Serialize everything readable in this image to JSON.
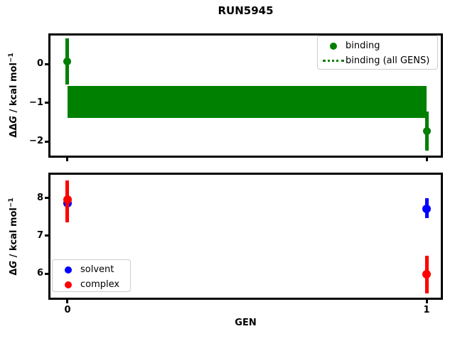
{
  "chart_data": [
    {
      "type": "scatter-errorbar",
      "title": "RUN5945",
      "ylabel": "ΔΔG / kcal mol⁻¹",
      "ylabel_parts": {
        "prefix": "ΔΔ",
        "symbol": "G",
        "unit": " / kcal mol",
        "exp": "−1"
      },
      "xlim": [
        -0.0475,
        1.0396
      ],
      "ylim": [
        -2.36,
        0.74
      ],
      "grid": false,
      "yticks": [
        {
          "value": 0,
          "label": "0"
        },
        {
          "value": -1,
          "label": "−1"
        },
        {
          "value": -2,
          "label": "−2"
        }
      ],
      "xticks": [
        {
          "value": 0,
          "label": ""
        },
        {
          "value": 1,
          "label": ""
        }
      ],
      "band": {
        "label": "binding (all GENS)",
        "color": "#008000",
        "y_hi": -0.56,
        "y_lo": -1.38,
        "x_from": 0,
        "x_to": 1
      },
      "series": [
        {
          "name": "binding",
          "color": "#008000",
          "marker": "circle",
          "marker_size": 11,
          "points": [
            {
              "x": 0,
              "y": 0.07,
              "err_hi": 0.67,
              "err_lo": -0.53
            },
            {
              "x": 1,
              "y": -1.73,
              "err_hi": -1.22,
              "err_lo": -2.24
            }
          ]
        }
      ],
      "legend": {
        "position": "upper-right",
        "items": [
          {
            "marker": "dot",
            "color": "#008000",
            "label": "binding"
          },
          {
            "marker": "dotted-line",
            "color": "#008000",
            "label": "binding (all GENS)"
          }
        ]
      }
    },
    {
      "type": "scatter-errorbar",
      "xlabel": "GEN",
      "ylabel": "ΔG / kcal mol⁻¹",
      "ylabel_parts": {
        "prefix": "Δ",
        "symbol": "G",
        "unit": " / kcal mol",
        "exp": "−1"
      },
      "xlim": [
        -0.0475,
        1.0396
      ],
      "ylim": [
        5.36,
        8.62
      ],
      "grid": false,
      "yticks": [
        {
          "value": 8,
          "label": "8"
        },
        {
          "value": 7,
          "label": "7"
        },
        {
          "value": 6,
          "label": "6"
        }
      ],
      "xticks": [
        {
          "value": 0,
          "label": "0"
        },
        {
          "value": 1,
          "label": "1"
        }
      ],
      "series": [
        {
          "name": "solvent",
          "color": "#0000ff",
          "marker": "circle",
          "marker_size": 12,
          "points": [
            {
              "x": 0,
              "y": 7.87,
              "err_hi": 8.12,
              "err_lo": 7.62
            },
            {
              "x": 1,
              "y": 7.72,
              "err_hi": 7.99,
              "err_lo": 7.47
            }
          ]
        },
        {
          "name": "complex",
          "color": "#ff0000",
          "marker": "circle",
          "marker_size": 12,
          "points": [
            {
              "x": 0,
              "y": 7.96,
              "err_hi": 8.47,
              "err_lo": 7.36
            },
            {
              "x": 1,
              "y": 5.98,
              "err_hi": 6.48,
              "err_lo": 5.48
            }
          ]
        }
      ],
      "legend": {
        "position": "lower-left",
        "items": [
          {
            "marker": "dot",
            "color": "#0000ff",
            "label": "solvent"
          },
          {
            "marker": "dot",
            "color": "#ff0000",
            "label": "complex"
          }
        ]
      }
    }
  ]
}
